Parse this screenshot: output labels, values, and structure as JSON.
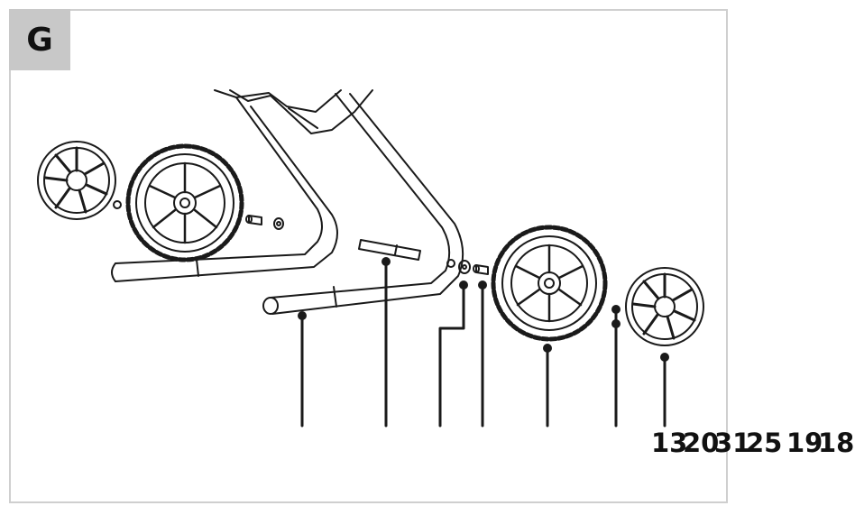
{
  "step": {
    "letter": "G"
  },
  "callouts": [
    "13",
    "20",
    "31",
    "25",
    "19",
    "18"
  ],
  "colors": {
    "line": "#1a1a1a",
    "tab": "#c8c8c8",
    "frame": "#cfcfcf"
  }
}
